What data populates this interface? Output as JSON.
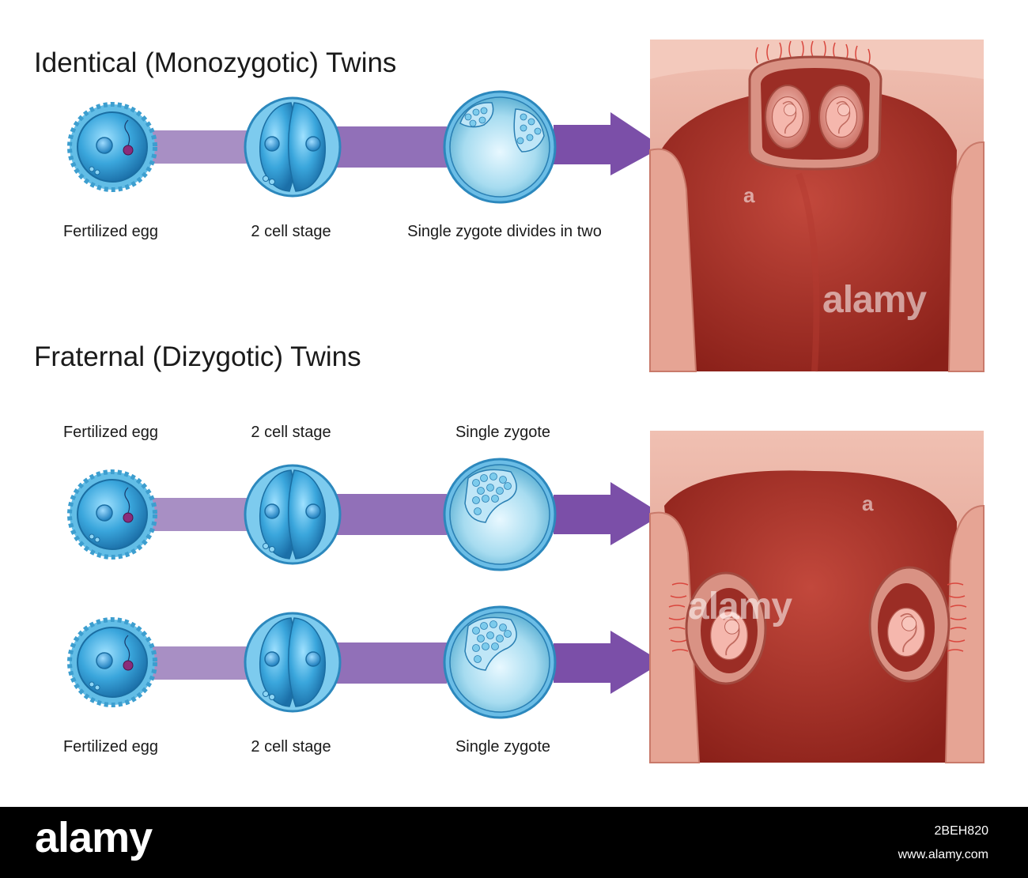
{
  "sections": {
    "identical": {
      "title": "Identical (Monozygotic) Twins",
      "labels": [
        "Fertilized egg",
        "2 cell stage",
        "Single zygote divides in two"
      ]
    },
    "fraternal": {
      "title": "Fraternal (Dizygotic) Twins",
      "labels_top": [
        "Fertilized egg",
        "2 cell stage",
        "Single zygote"
      ],
      "labels_bottom": [
        "Fertilized egg",
        "2 cell stage",
        "Single zygote"
      ]
    }
  },
  "watermark": {
    "word": "alamy",
    "letter": "a"
  },
  "footer": {
    "logo": "alamy",
    "image_id": "2BEH820",
    "site": "www.alamy.com"
  },
  "colors": {
    "arrow_light": "#a88fc4",
    "arrow_dark": "#7b4fa8",
    "cell_blue": "#3aa6dc",
    "uterus_wall": "#e3a294",
    "uterus_cavity": "#9e2a22"
  }
}
